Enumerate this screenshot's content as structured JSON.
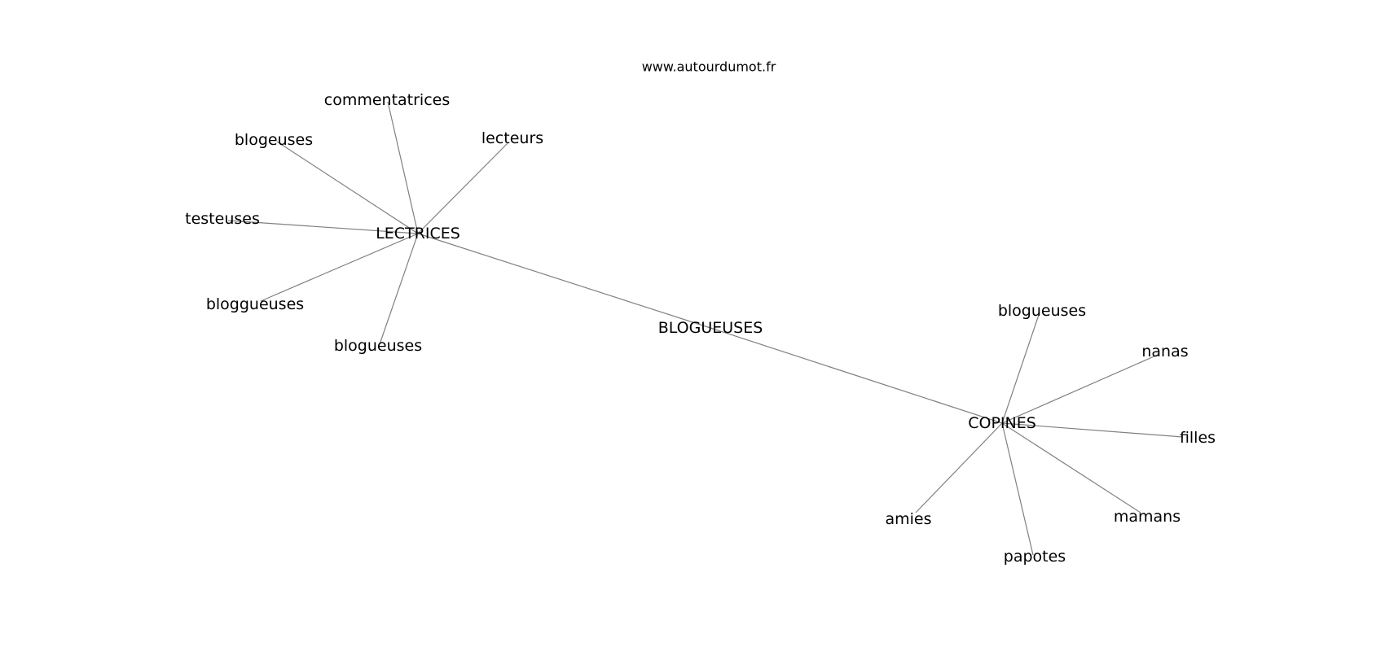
{
  "watermark": "www.autourdumot.fr",
  "graph": {
    "edge_color": "#808080",
    "center": "BLOGUEUSES",
    "hubs": [
      "LECTRICES",
      "COPINES"
    ],
    "nodes": [
      {
        "id": "BLOGUEUSES",
        "label": "BLOGUEUSES"
      },
      {
        "id": "LECTRICES",
        "label": "LECTRICES"
      },
      {
        "id": "COPINES",
        "label": "COPINES"
      },
      {
        "id": "l_commentatrices",
        "label": "commentatrices"
      },
      {
        "id": "l_blogeuses",
        "label": "blogeuses"
      },
      {
        "id": "l_lecteurs",
        "label": "lecteurs"
      },
      {
        "id": "l_testeuses",
        "label": "testeuses"
      },
      {
        "id": "l_bloggueuses",
        "label": "bloggueuses"
      },
      {
        "id": "l_blogueuses",
        "label": "blogueuses"
      },
      {
        "id": "c_blogueuses",
        "label": "blogueuses"
      },
      {
        "id": "c_nanas",
        "label": "nanas"
      },
      {
        "id": "c_filles",
        "label": "filles"
      },
      {
        "id": "c_amies",
        "label": "amies"
      },
      {
        "id": "c_mamans",
        "label": "mamans"
      },
      {
        "id": "c_papotes",
        "label": "papotes"
      }
    ],
    "edges": [
      [
        "LECTRICES",
        "BLOGUEUSES"
      ],
      [
        "BLOGUEUSES",
        "COPINES"
      ],
      [
        "LECTRICES",
        "l_commentatrices"
      ],
      [
        "LECTRICES",
        "l_blogeuses"
      ],
      [
        "LECTRICES",
        "l_lecteurs"
      ],
      [
        "LECTRICES",
        "l_testeuses"
      ],
      [
        "LECTRICES",
        "l_bloggueuses"
      ],
      [
        "LECTRICES",
        "l_blogueuses"
      ],
      [
        "COPINES",
        "c_blogueuses"
      ],
      [
        "COPINES",
        "c_nanas"
      ],
      [
        "COPINES",
        "c_filles"
      ],
      [
        "COPINES",
        "c_amies"
      ],
      [
        "COPINES",
        "c_mamans"
      ],
      [
        "COPINES",
        "c_papotes"
      ]
    ]
  }
}
